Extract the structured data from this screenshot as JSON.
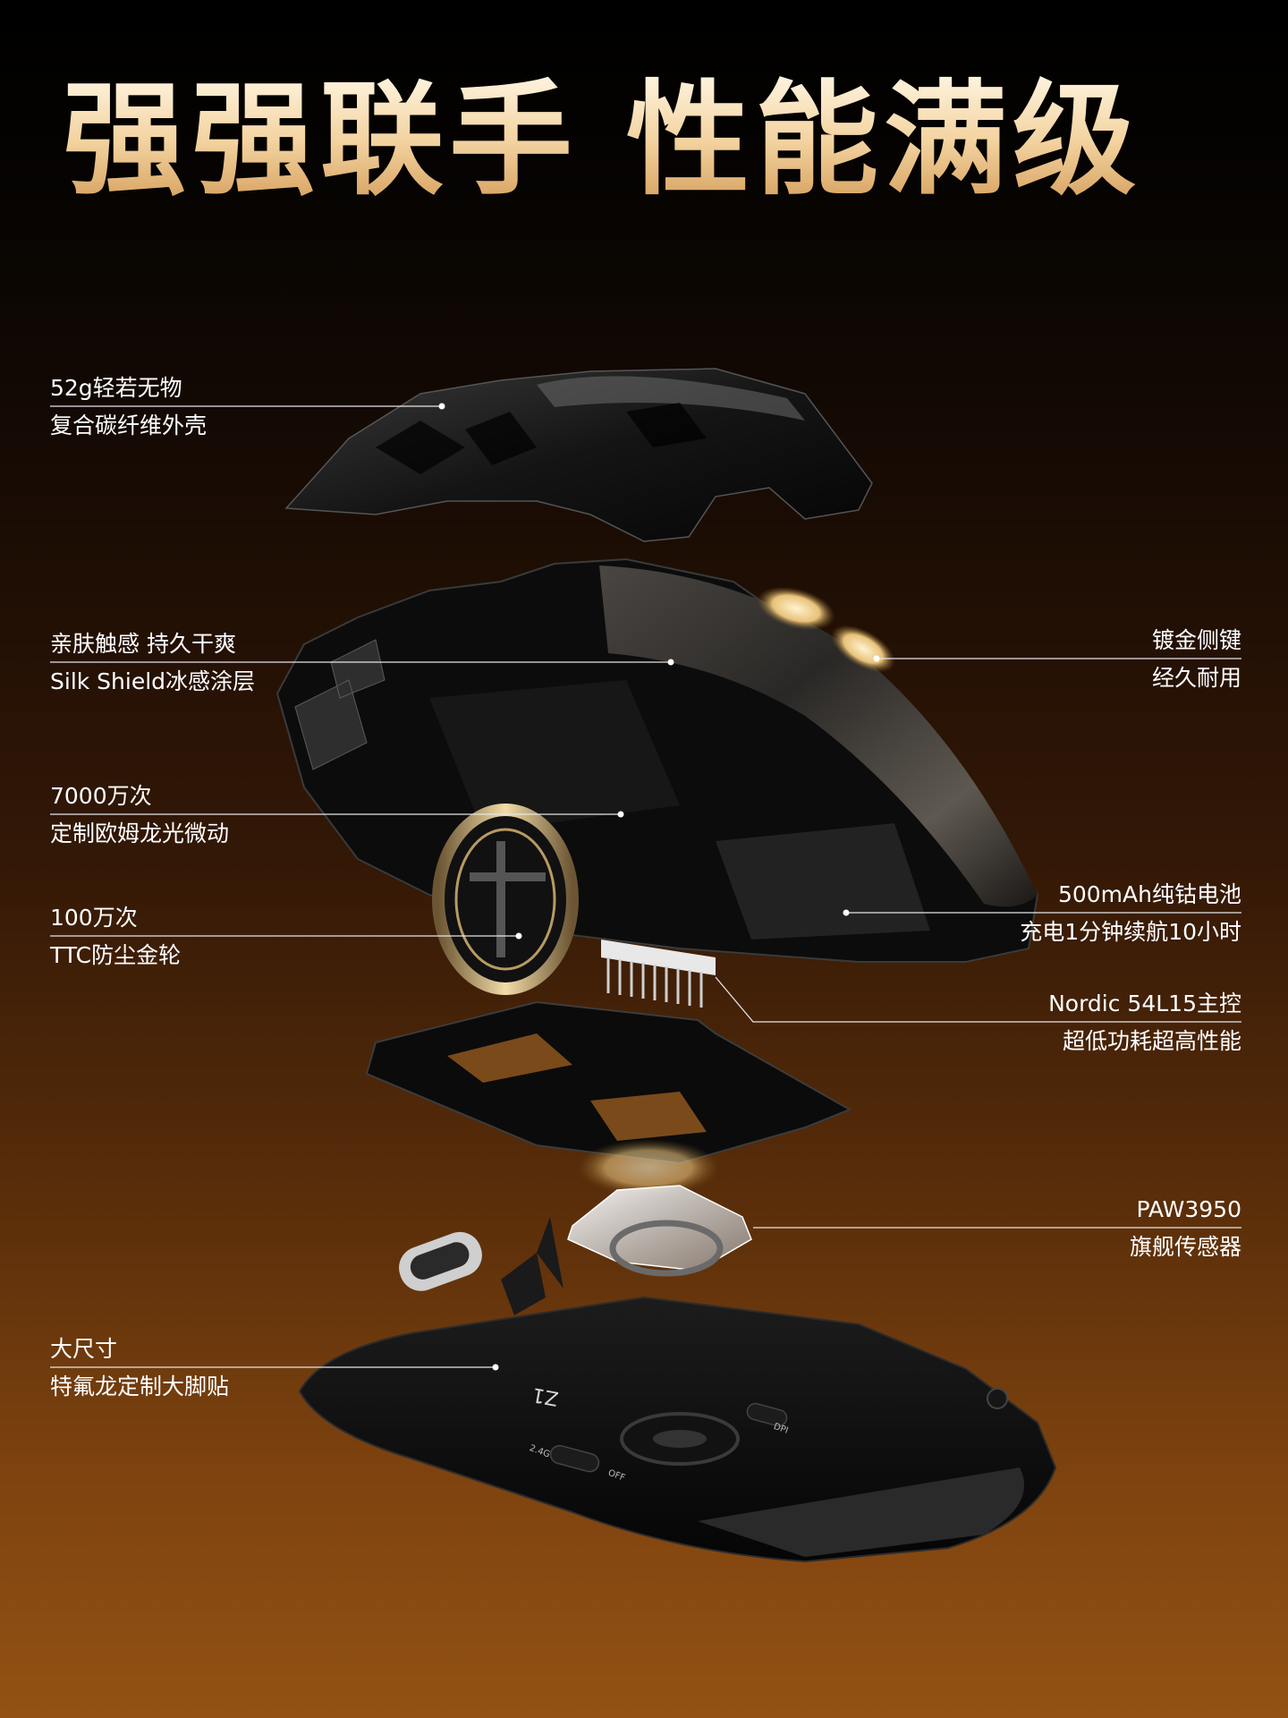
{
  "headline": "强强联手 性能满级",
  "features": {
    "shell": {
      "line1": "52g轻若无物",
      "line2": "复合碳纤维外壳"
    },
    "coating": {
      "line1": "亲肤触感 持久干爽",
      "line2": "Silk Shield冰感涂层"
    },
    "side_keys": {
      "line1": "镀金侧键",
      "line2": "经久耐用"
    },
    "microswitch": {
      "line1": "7000万次",
      "line2": "定制欧姆龙光微动"
    },
    "wheel": {
      "line1": "100万次",
      "line2": "TTC防尘金轮"
    },
    "battery": {
      "line1": "500mAh纯钴电池",
      "line2": "充电1分钟续航10小时"
    },
    "mcu": {
      "line1": "Nordic 54L15主控",
      "line2": "超低功耗超高性能"
    },
    "sensor": {
      "line1": "PAW3950",
      "line2": "旗舰传感器"
    },
    "feet": {
      "line1": "大尺寸",
      "line2": "特氟龙定制大脚贴"
    }
  },
  "device": {
    "model_mark": "Z1",
    "switch_labels": [
      "2.4G",
      "OFF",
      "DPI"
    ]
  },
  "colors": {
    "gold_light": "#fff6e4",
    "gold_dark": "#d29a56",
    "background_top": "#000000",
    "background_bottom": "#935213"
  }
}
